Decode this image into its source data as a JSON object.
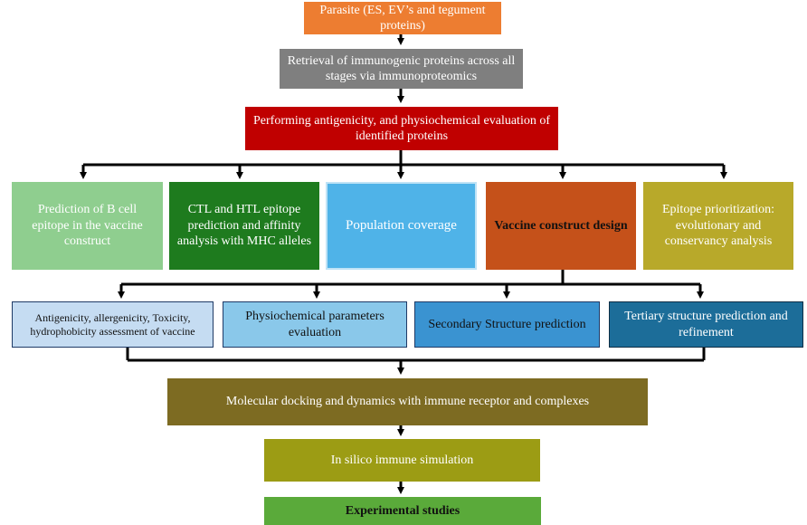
{
  "nodes": {
    "parasite": "Parasite (ES, EV’s and tegument proteins)",
    "retrieval": "Retrieval of immunogenic proteins across all stages via immunoproteomics",
    "antigenicity_eval": "Performing antigenicity, and physiochemical evaluation of identified proteins",
    "b_cell": "Prediction of B cell epitope in the vaccine construct",
    "ctl_htl": "CTL and HTL epitope prediction and affinity analysis with MHC alleles",
    "population": "Population coverage",
    "vaccine_design": "Vaccine construct design",
    "prioritization": "Epitope prioritization: evolutionary and conservancy analysis",
    "assessment": "Antigenicity, allergenicity, Toxicity, hydrophobicity assessment of vaccine",
    "physiochemical": "Physiochemical parameters evaluation",
    "secondary": "Secondary Structure prediction",
    "tertiary": "Tertiary structure prediction and refinement",
    "docking": "Molecular docking and dynamics with immune receptor and complexes",
    "simulation": "In silico immune simulation",
    "experimental": "Experimental studies"
  },
  "colors": {
    "parasite": "#ed7d31",
    "retrieval": "#7f7f7f",
    "antigenicity_eval": "#c00000",
    "b_cell": "#8fce8f",
    "ctl_htl": "#1e7b1e",
    "population": "#4fb3e8",
    "vaccine_design": "#c5511a",
    "prioritization": "#b8a92a",
    "assessment": "#c5dcf2",
    "physiochemical": "#8ac8ea",
    "secondary": "#3a93d1",
    "tertiary": "#1c6d99",
    "docking": "#7d6b22",
    "simulation": "#9c9c14",
    "experimental": "#5aaa3a",
    "arrow": "#000000"
  }
}
